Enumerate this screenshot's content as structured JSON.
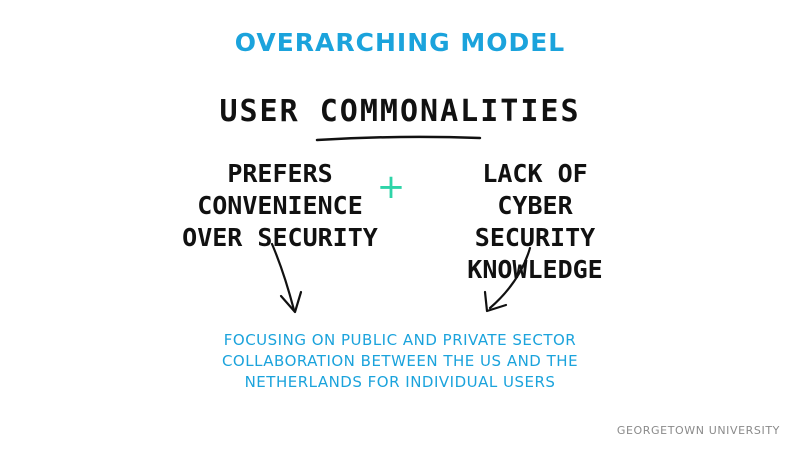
{
  "slide": {
    "title": "OVERARCHING MODEL",
    "heading": "USER COMMONALITIES",
    "left_lines": [
      "PREFERS",
      "CONVENIENCE",
      "OVER SECURITY"
    ],
    "plus": "+",
    "right_lines": [
      "LACK OF",
      "CYBER SECURITY",
      "KNOWLEDGE"
    ],
    "footer_lines": [
      "FOCUSING ON PUBLIC AND PRIVATE SECTOR",
      "COLLABORATION BETWEEN THE US AND THE",
      "NETHERLANDS FOR INDIVIDUAL USERS"
    ],
    "branding": "GEORGETOWN UNIVERSITY"
  },
  "colors": {
    "accent_blue": "#1ba3dc",
    "plus_green": "#2ed4a8",
    "ink": "#111111",
    "branding_gray": "#8a8a8a"
  }
}
